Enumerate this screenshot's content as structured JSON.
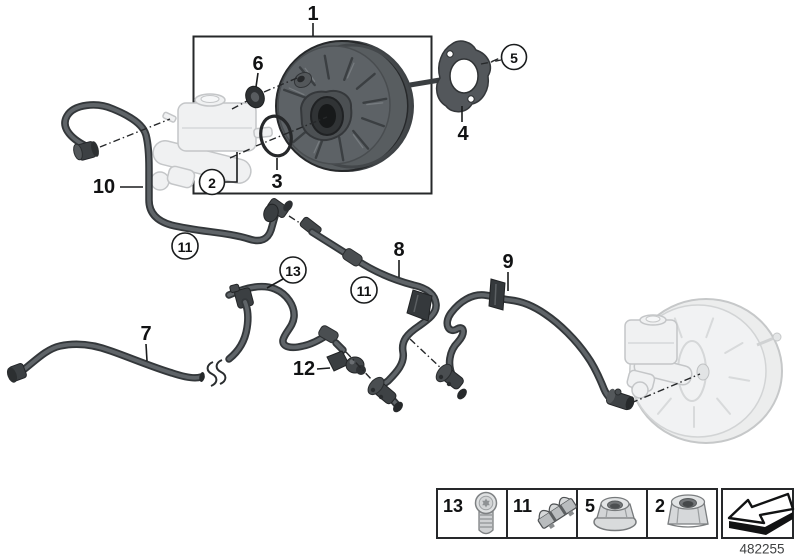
{
  "diagram": {
    "type": "parts-diagram",
    "background": "#ffffff",
    "callouts": {
      "booster_assembly": "1",
      "master_cylinder_ref": "2",
      "o_ring": "3",
      "gasket": "4",
      "flange_nut": "5",
      "grommet": "6",
      "hose_7": "7",
      "hose_8": "8",
      "hose_9": "9",
      "pipe_10": "10",
      "clip_11": "11",
      "valve_12": "12",
      "screw_13": "13"
    },
    "legend": {
      "items": [
        {
          "number": "13",
          "icon": "torx-screw-icon"
        },
        {
          "number": "11",
          "icon": "pipe-clip-icon"
        },
        {
          "number": "5",
          "icon": "flange-nut-icon"
        },
        {
          "number": "2",
          "icon": "hex-nut-icon"
        }
      ],
      "nav_arrow_icon": "back-arrow-icon",
      "drawing_number": "482255"
    },
    "colors": {
      "line": "#1d1f20",
      "hose_dark": "#33373a",
      "hose_mid": "#5f6468",
      "booster_body": "#585d60",
      "reference_part": "#eceded"
    }
  }
}
